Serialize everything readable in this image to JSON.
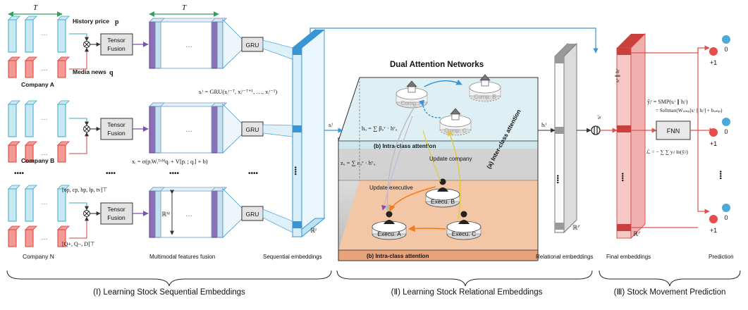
{
  "time_label": "T",
  "inputs": {
    "history_price": "History price",
    "history_price_sym": "p",
    "media_news": "Media news",
    "media_news_sym": "q",
    "price_vec": "[op, cp, hp, lp, tv]⊤",
    "news_vec": "[Q+, Q−, D]⊤"
  },
  "companies": [
    "Company A",
    "Company B",
    "Company N"
  ],
  "ellipsis": "…",
  "vdots": "••••",
  "tensor_fusion": [
    "Tensor",
    "Fusion"
  ],
  "gru": "GRU",
  "equations": {
    "gru_eq": "sᵢᵗ = GRU(xᵢᵗ⁻ᵀ, xᵢᵗ⁻ᵀ⁺¹, …, xᵢᵗ⁻¹)",
    "fusion_eq": "xᵢ = σ(pᵢWᵢᵀˣᴹqᵢ + V[pᵢ ; qᵢ] + b)",
    "rm": "ℝᴹ",
    "rf": "ℝᶠ",
    "rfp": "ℝᶠ'",
    "h_eq": "hᵤ = ∑ βᵤᵛ · hᵛᵤ",
    "z_eq": "zᵤ = ∑ εᵤᵛ · hᵛᵤ",
    "smp_eq": "ŷᵢᵗ = SMP(sᵢᵗ ∥ hᵢᵗ)",
    "softmax_eq": "= Softmax(Wₛₘₚ[sᵢᵗ ∥ hᵢᵗ] + bₛₘₚ)",
    "loss_eq": "ℒ = − ∑ ∑ yᵢʲ ln(ŷᵢʲ)",
    "s_label": "sᵢᵗ",
    "h_label": "hᵢᵗ",
    "concat_label": "sᵢᵗ ∥ hᵢᵗ"
  },
  "dan": {
    "title": "Dual Attention Networks",
    "intra_top": "(b) Intra-class attention",
    "intra_bottom": "(b) Intra-class attention",
    "inter": "(a) Inter-class attention",
    "comps": [
      "Comp. A",
      "Comp. B",
      "Comp. C"
    ],
    "execs": [
      "Execu. A",
      "Execu. B",
      "Execu. C"
    ],
    "update_company": "Update company",
    "update_executive": "Update executive"
  },
  "fnn": "FNN",
  "predictions": {
    "values": [
      "0",
      "+1",
      "0",
      "+1",
      "0",
      "+1"
    ]
  },
  "bottom_labels": {
    "multimodal": "Multimodal features fusion",
    "sequential": "Sequential embeddings",
    "relational": "Relational embeddings",
    "final": "Final embeddings",
    "prediction": "Prediction"
  },
  "sections": {
    "s1": "(Ⅰ) Learning Stock Sequential Embeddings",
    "s2": "(Ⅱ) Learning Stock Relational Embeddings",
    "s3": "(Ⅲ) Stock Movement Prediction"
  },
  "colors": {
    "price_bar": "#c9e8f2",
    "price_bar_edge": "#3aa7c7",
    "news_bar": "#f49a95",
    "news_bar_edge": "#d8403a",
    "purple_bar": "#8e6fb5",
    "seq_blue": "#3a95d3",
    "final_red": "#d9534f",
    "green_arrow": "#2ca35b"
  }
}
